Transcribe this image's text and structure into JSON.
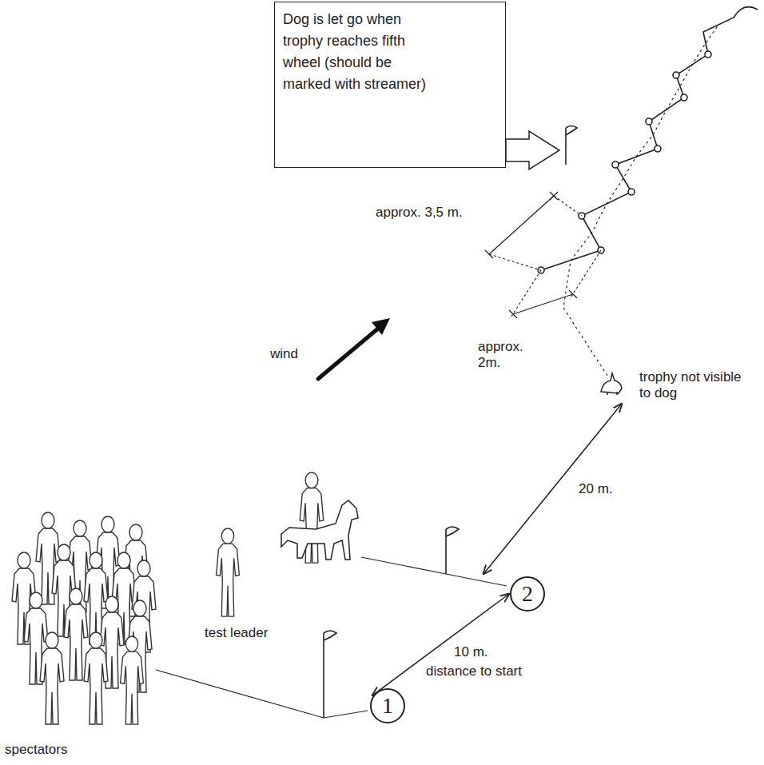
{
  "diagram": {
    "nodes": [
      {
        "text": [
          "Dog is let go when trophy reaches fifth wheel (should be marked with streamer)"
        ]
      },
      {
        "text": [
          "2"
        ]
      },
      {
        "text": [
          "1"
        ]
      }
    ],
    "edges": [
      {
        "from": 2,
        "to": 1,
        "arrow": "both"
      }
    ],
    "labels": [
      "approx. 3,5 m.",
      "wind",
      "approx. 2m.",
      "trophy not visible to dog",
      "20 m.",
      "10 m.",
      "distance to start",
      "test leader",
      "spectators"
    ]
  }
}
